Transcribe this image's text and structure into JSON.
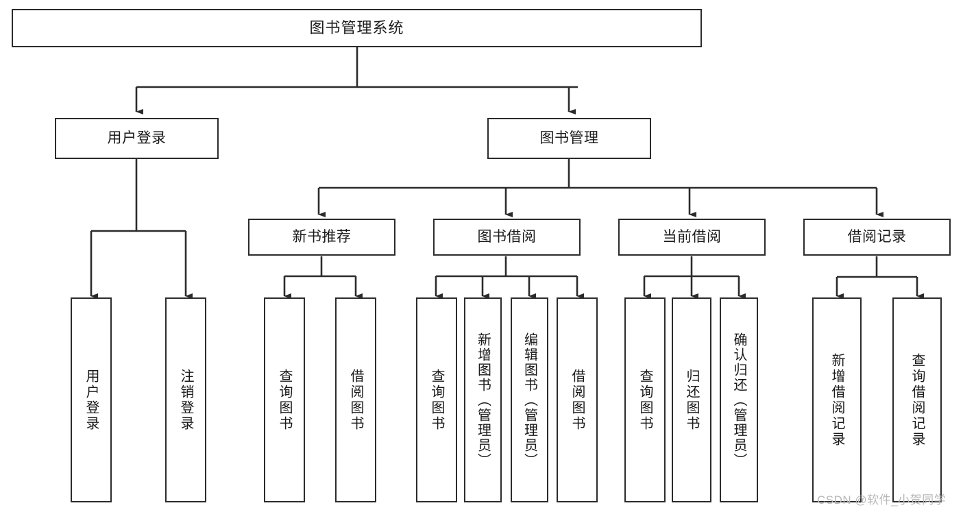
{
  "diagram": {
    "title": "图书管理系统",
    "type": "tree-hierarchy-chart",
    "colors": {
      "background": "#ffffff",
      "stroke": "#2b2b2b",
      "text": "#1a1a1a",
      "watermark": "#b8b8b8"
    },
    "watermark": "CSDN @软件_小贺同学",
    "nodes": {
      "root": {
        "label": "图书管理系统"
      },
      "level2": [
        {
          "id": "user-login",
          "label": "用户登录"
        },
        {
          "id": "book-management",
          "label": "图书管理"
        }
      ],
      "level3": [
        {
          "id": "new-book-recommend",
          "label": "新书推荐"
        },
        {
          "id": "book-borrow",
          "label": "图书借阅"
        },
        {
          "id": "current-borrow",
          "label": "当前借阅"
        },
        {
          "id": "borrow-record",
          "label": "借阅记录"
        }
      ],
      "leaves": {
        "user_login": [
          {
            "id": "leaf-user-login",
            "label": "用户登录"
          },
          {
            "id": "leaf-logout",
            "label": "注销登录"
          }
        ],
        "new_book_recommend": [
          {
            "id": "leaf-query-book-1",
            "label": "查询图书"
          },
          {
            "id": "leaf-borrow-book-1",
            "label": "借阅图书"
          }
        ],
        "book_borrow": [
          {
            "id": "leaf-query-book-2",
            "label": "查询图书"
          },
          {
            "id": "leaf-add-book",
            "label": "新增图书（管理员）"
          },
          {
            "id": "leaf-edit-book",
            "label": "编辑图书（管理员）"
          },
          {
            "id": "leaf-borrow-book-2",
            "label": "借阅图书"
          }
        ],
        "current_borrow": [
          {
            "id": "leaf-query-book-3",
            "label": "查询图书"
          },
          {
            "id": "leaf-return-book",
            "label": "归还图书"
          },
          {
            "id": "leaf-confirm-return",
            "label": "确认归还（管理员）"
          }
        ],
        "borrow_record": [
          {
            "id": "leaf-add-record",
            "label": "新增借阅记录"
          },
          {
            "id": "leaf-query-record",
            "label": "查询借阅记录"
          }
        ]
      }
    }
  }
}
